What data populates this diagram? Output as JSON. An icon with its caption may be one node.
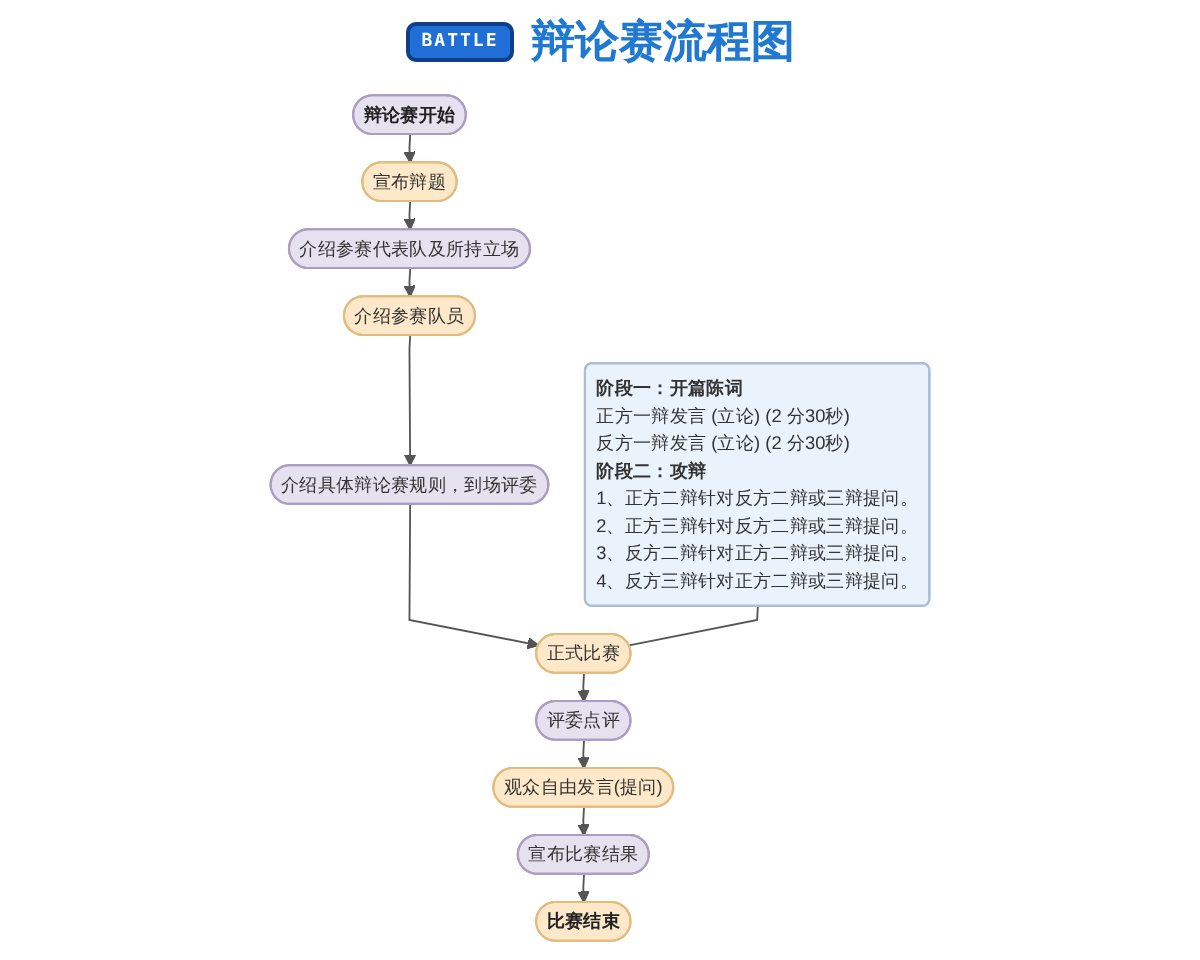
{
  "diagram": {
    "title": "辩论赛流程图",
    "nodes": [
      {
        "text": [
          "辩论赛开始"
        ]
      },
      {
        "text": [
          "宣布辩题"
        ]
      },
      {
        "text": [
          "介绍参赛代表队及所持立场"
        ]
      },
      {
        "text": [
          "介绍参赛队员"
        ]
      },
      {
        "text": [
          "介绍具体辩论赛规则，到场评委"
        ]
      },
      {
        "text": [
          "正式比赛"
        ]
      },
      {
        "text": [
          "阶段一：开篇陈词",
          "正方一辩发言 (立论) (2 分30秒)",
          "反方一辩发言 (立论) (2 分30秒)",
          "阶段二：攻辩",
          "1、正方二辩针对反方二辩或三辩提问。",
          "2、正方三辩针对反方二辩或三辩提问。",
          "3、反方二辩针对正方二辩或三辩提问。",
          "4、反方三辩针对正方二辩或三辩提问。"
        ]
      },
      {
        "text": [
          "评委点评"
        ]
      },
      {
        "text": [
          "观众自由发言(提问)"
        ]
      },
      {
        "text": [
          "宣布比赛结果"
        ]
      },
      {
        "text": [
          "比赛结束"
        ]
      }
    ],
    "edges": [
      {
        "from": 0,
        "to": 1,
        "arrow": "to"
      },
      {
        "from": 1,
        "to": 2,
        "arrow": "to"
      },
      {
        "from": 2,
        "to": 3,
        "arrow": "to"
      },
      {
        "from": 3,
        "to": 4,
        "arrow": "to"
      },
      {
        "from": 4,
        "to": 5,
        "arrow": "to"
      },
      {
        "from": 6,
        "to": 5,
        "arrow": "none"
      },
      {
        "from": 5,
        "to": 7,
        "arrow": "to"
      },
      {
        "from": 7,
        "to": 8,
        "arrow": "to"
      },
      {
        "from": 8,
        "to": 9,
        "arrow": "to"
      },
      {
        "from": 9,
        "to": 10,
        "arrow": "to"
      }
    ],
    "labels": [
      "BATTLE"
    ]
  }
}
